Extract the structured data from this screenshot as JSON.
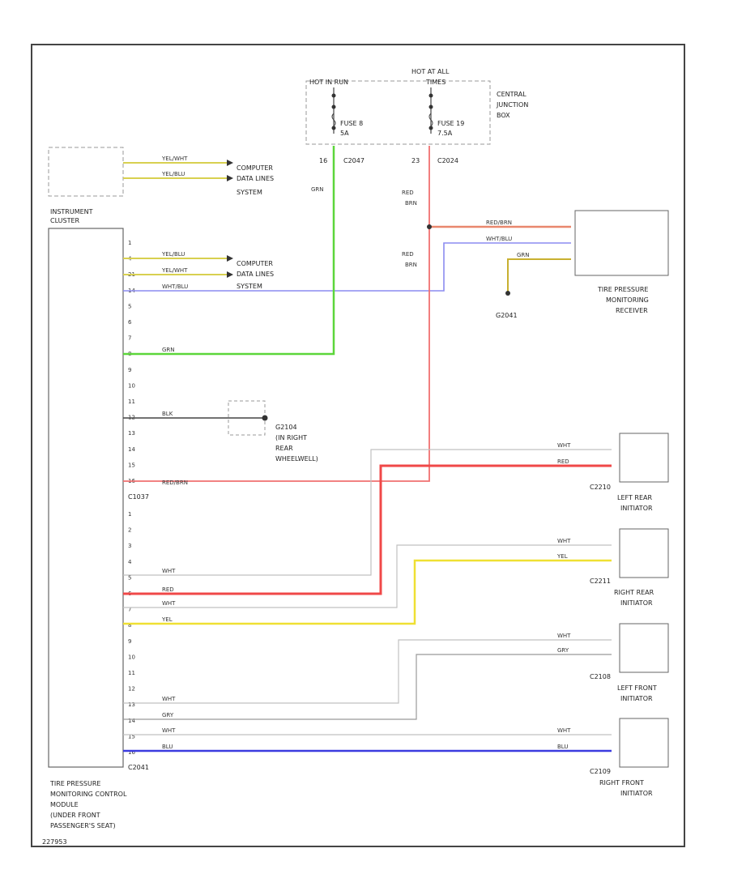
{
  "components": {
    "cluster_label": [
      "INSTRUMENT",
      "CLUSTER"
    ],
    "module_label": [
      "TIRE PRESSURE",
      "MONITORING CONTROL",
      "MODULE",
      "(UNDER FRONT",
      "PASSENGER'S SEAT)"
    ],
    "module_connector": "C2041",
    "receiver_label": [
      "TIRE PRESSURE",
      "MONITORING",
      "RECEIVER"
    ],
    "cjb_label": [
      "CENTRAL",
      "JUNCTION",
      "BOX"
    ],
    "hot_run": "HOT IN RUN",
    "hot_all": [
      "HOT AT ALL",
      "TIMES"
    ],
    "fuse_a": [
      "FUSE 8",
      "5A"
    ],
    "fuse_b": [
      "FUSE 19",
      "7.5A"
    ],
    "fuse_a_pin": "16",
    "fuse_b_pin": "23",
    "fuse_a_conn": "C2047",
    "fuse_b_conn": "C2024",
    "computer_data_1": [
      "COMPUTER",
      "DATA LINES",
      "SYSTEM"
    ],
    "computer_data_2": [
      "COMPUTER",
      "DATA LINES",
      "SYSTEM"
    ],
    "ground_g": "G2041",
    "ground_g_label": [
      "G2104",
      "(IN RIGHT",
      "REAR",
      "WHEELWELL)"
    ],
    "module_upper_conn": "C1037",
    "corner": "227953",
    "initiators": [
      {
        "conn": "C2210",
        "name": [
          "LEFT REAR",
          "INITIATOR"
        ]
      },
      {
        "conn": "C2211",
        "name": [
          "RIGHT REAR",
          "INITIATOR"
        ]
      },
      {
        "conn": "C2108",
        "name": [
          "LEFT FRONT",
          "INITIATOR"
        ]
      },
      {
        "conn": "C2109",
        "name": [
          "RIGHT FRONT",
          "INITIATOR"
        ]
      }
    ]
  },
  "wire_labels": {
    "cluster_w1": "YEL/WHT",
    "cluster_w2": "YEL/BLU",
    "mod_w1": "YEL/BLU",
    "mod_w2": "YEL/WHT",
    "mod_w3": "WHT/BLU",
    "grn": "GRN",
    "blk": "BLK",
    "red_brn": "RED/BRN",
    "recv_redbrn": "RED/BRN",
    "recv_whtblu": "WHT/BLU",
    "recv_grn": "GRN",
    "red_brn_v1": [
      "RED",
      "BRN"
    ],
    "red_brn_v2": [
      "RED",
      "BRN"
    ],
    "grn_v": "GRN",
    "wht": "WHT",
    "red": "RED",
    "yel": "YEL",
    "gry": "GRY",
    "blu": "BLU"
  },
  "upper_pins": [
    "1",
    "4",
    "21",
    "14",
    "5",
    "6",
    "7",
    "8",
    "9",
    "10",
    "11",
    "12",
    "13",
    "14",
    "15",
    "16"
  ],
  "lower_pins": [
    "1",
    "2",
    "3",
    "4",
    "5",
    "6",
    "7",
    "8",
    "9",
    "10",
    "11",
    "12",
    "13",
    "14",
    "15",
    "16"
  ],
  "colors": {
    "green": "#5cd63a",
    "red": "#f04848",
    "salmon": "#e9876e",
    "blue": "#8888ee",
    "blue_dark": "#3b3be0",
    "yellow": "#efe033",
    "gray": "#b8b8b8",
    "black": "#333333"
  }
}
